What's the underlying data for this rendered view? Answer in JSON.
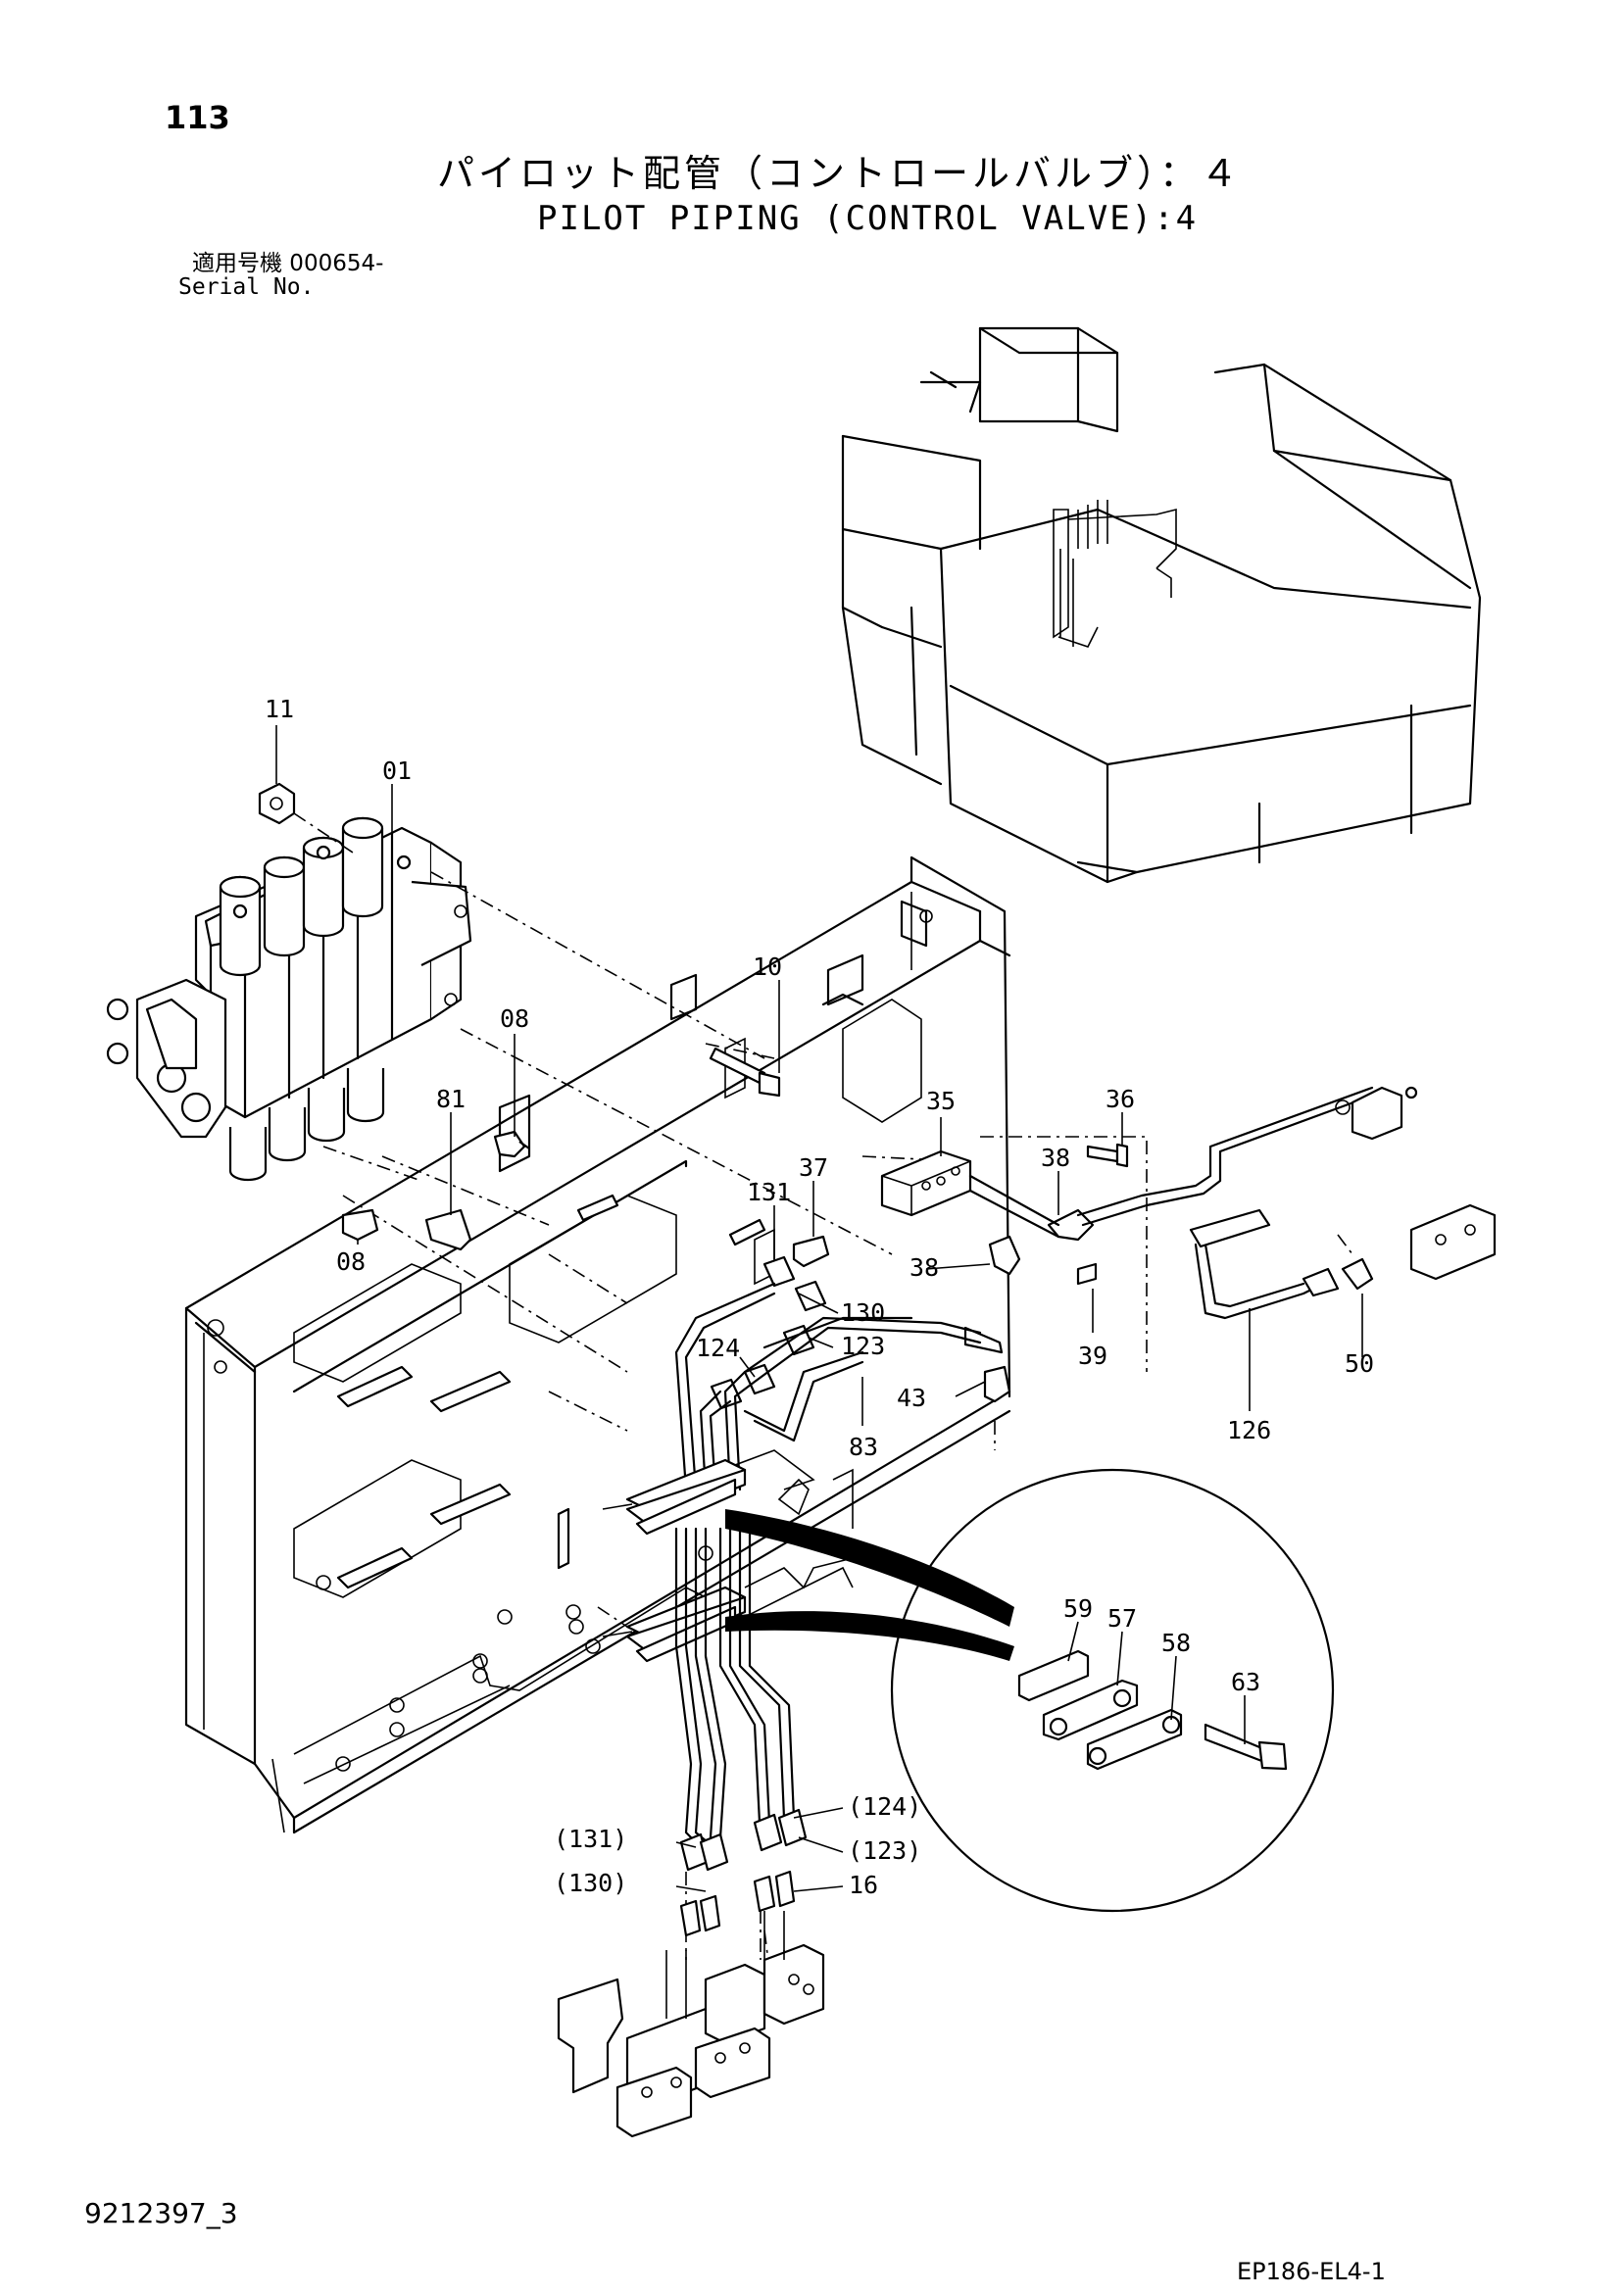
{
  "page": {
    "number": "113",
    "title_jp": "パイロット配管（コントロールバルブ）：４",
    "title_en": "PILOT PIPING (CONTROL VALVE):4",
    "serial_label_jp": "適用号機  000654-",
    "serial_label_en": "Serial No."
  },
  "footer": {
    "drawing_number": "9212397_3",
    "illustration_code": "EP186-EL4-1"
  },
  "callouts": [
    {
      "id": "c11",
      "text": "11"
    },
    {
      "id": "c01",
      "text": "01"
    },
    {
      "id": "c10",
      "text": "10"
    },
    {
      "id": "c08a",
      "text": "08"
    },
    {
      "id": "c81",
      "text": "81"
    },
    {
      "id": "c08b",
      "text": "08"
    },
    {
      "id": "c36",
      "text": "36"
    },
    {
      "id": "c35",
      "text": "35"
    },
    {
      "id": "c37",
      "text": "37"
    },
    {
      "id": "c38a",
      "text": "38"
    },
    {
      "id": "c131",
      "text": "131"
    },
    {
      "id": "c38b",
      "text": "38"
    },
    {
      "id": "c130",
      "text": "130"
    },
    {
      "id": "c123",
      "text": "123"
    },
    {
      "id": "c124",
      "text": "124"
    },
    {
      "id": "c39",
      "text": "39"
    },
    {
      "id": "c43",
      "text": "43"
    },
    {
      "id": "c83",
      "text": "83"
    },
    {
      "id": "c126",
      "text": "126"
    },
    {
      "id": "c50",
      "text": "50"
    },
    {
      "id": "c59",
      "text": "59"
    },
    {
      "id": "c57",
      "text": "57"
    },
    {
      "id": "c58",
      "text": "58"
    },
    {
      "id": "c63",
      "text": "63"
    },
    {
      "id": "c124p",
      "text": "(124)"
    },
    {
      "id": "c131p",
      "text": "(131)"
    },
    {
      "id": "c123p",
      "text": "(123)"
    },
    {
      "id": "c130p",
      "text": "(130)"
    },
    {
      "id": "c16",
      "text": "16"
    }
  ]
}
